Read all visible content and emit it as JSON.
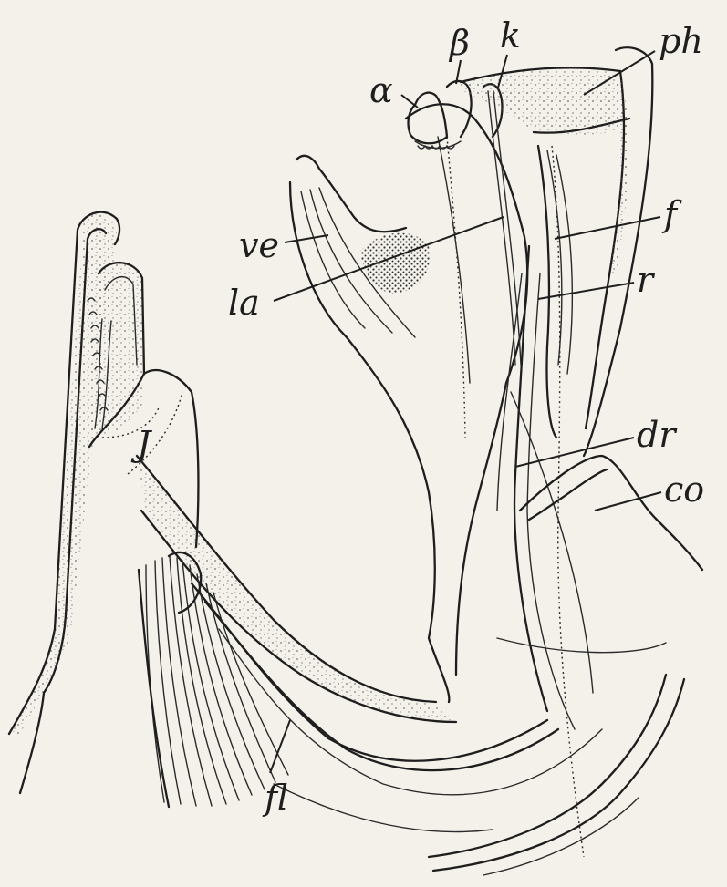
{
  "figure": {
    "labels": {
      "a": "α",
      "b": "β",
      "k": "k",
      "ph": "ph",
      "ve": "ve",
      "f": "f",
      "la": "la",
      "r": "r",
      "j": "J",
      "dr": "dr",
      "co": "co",
      "fl": "fl"
    }
  }
}
